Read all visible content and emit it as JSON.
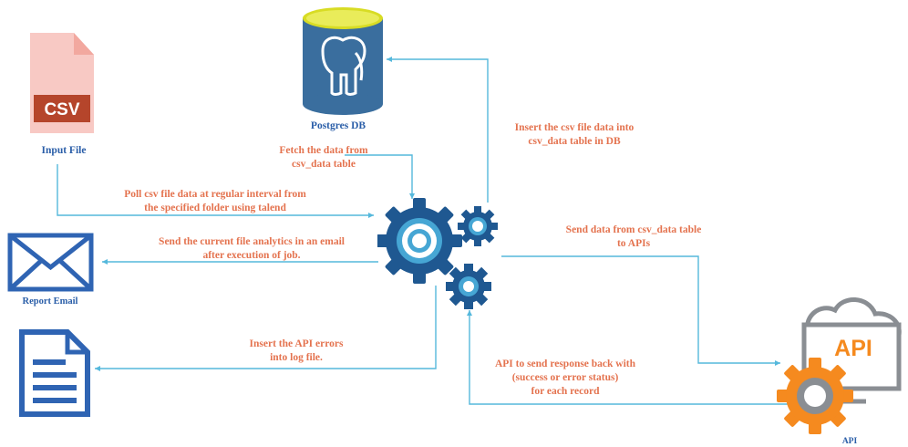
{
  "nodes": {
    "input_file": {
      "label": "Input File",
      "badge": "CSV"
    },
    "postgres": {
      "label": "Postgres DB"
    },
    "report_email": {
      "label": "Report Email"
    },
    "api": {
      "label": "API",
      "badge": "API"
    }
  },
  "edges": {
    "fetch": [
      "Fetch the data from",
      "csv_data table"
    ],
    "insert_db": [
      "Insert the csv file data into",
      "csv_data table in DB"
    ],
    "poll": [
      "Poll csv file data at regular interval from",
      "the specified folder using talend"
    ],
    "email": [
      "Send the current file analytics in an email",
      "after execution of job."
    ],
    "send_api": [
      "Send data from csv_data table",
      "to APIs"
    ],
    "errors": [
      "Insert the API errors",
      "into log file."
    ],
    "response": [
      "API to send response back with",
      "(success or error status)",
      "for each record"
    ]
  },
  "colors": {
    "arrow": "#55b8dc",
    "label": "#e4734f",
    "caption": "#2a5ea8",
    "gear_dark": "#1f5891",
    "gear_ring": "#46a6d4",
    "csv_file": "#f8c9c4",
    "csv_badge": "#b5452b",
    "db_blue": "#3a6e9e",
    "doc_blue": "#2f64b3",
    "api_orange": "#f58a1f",
    "api_gray": "#8a8e93"
  }
}
